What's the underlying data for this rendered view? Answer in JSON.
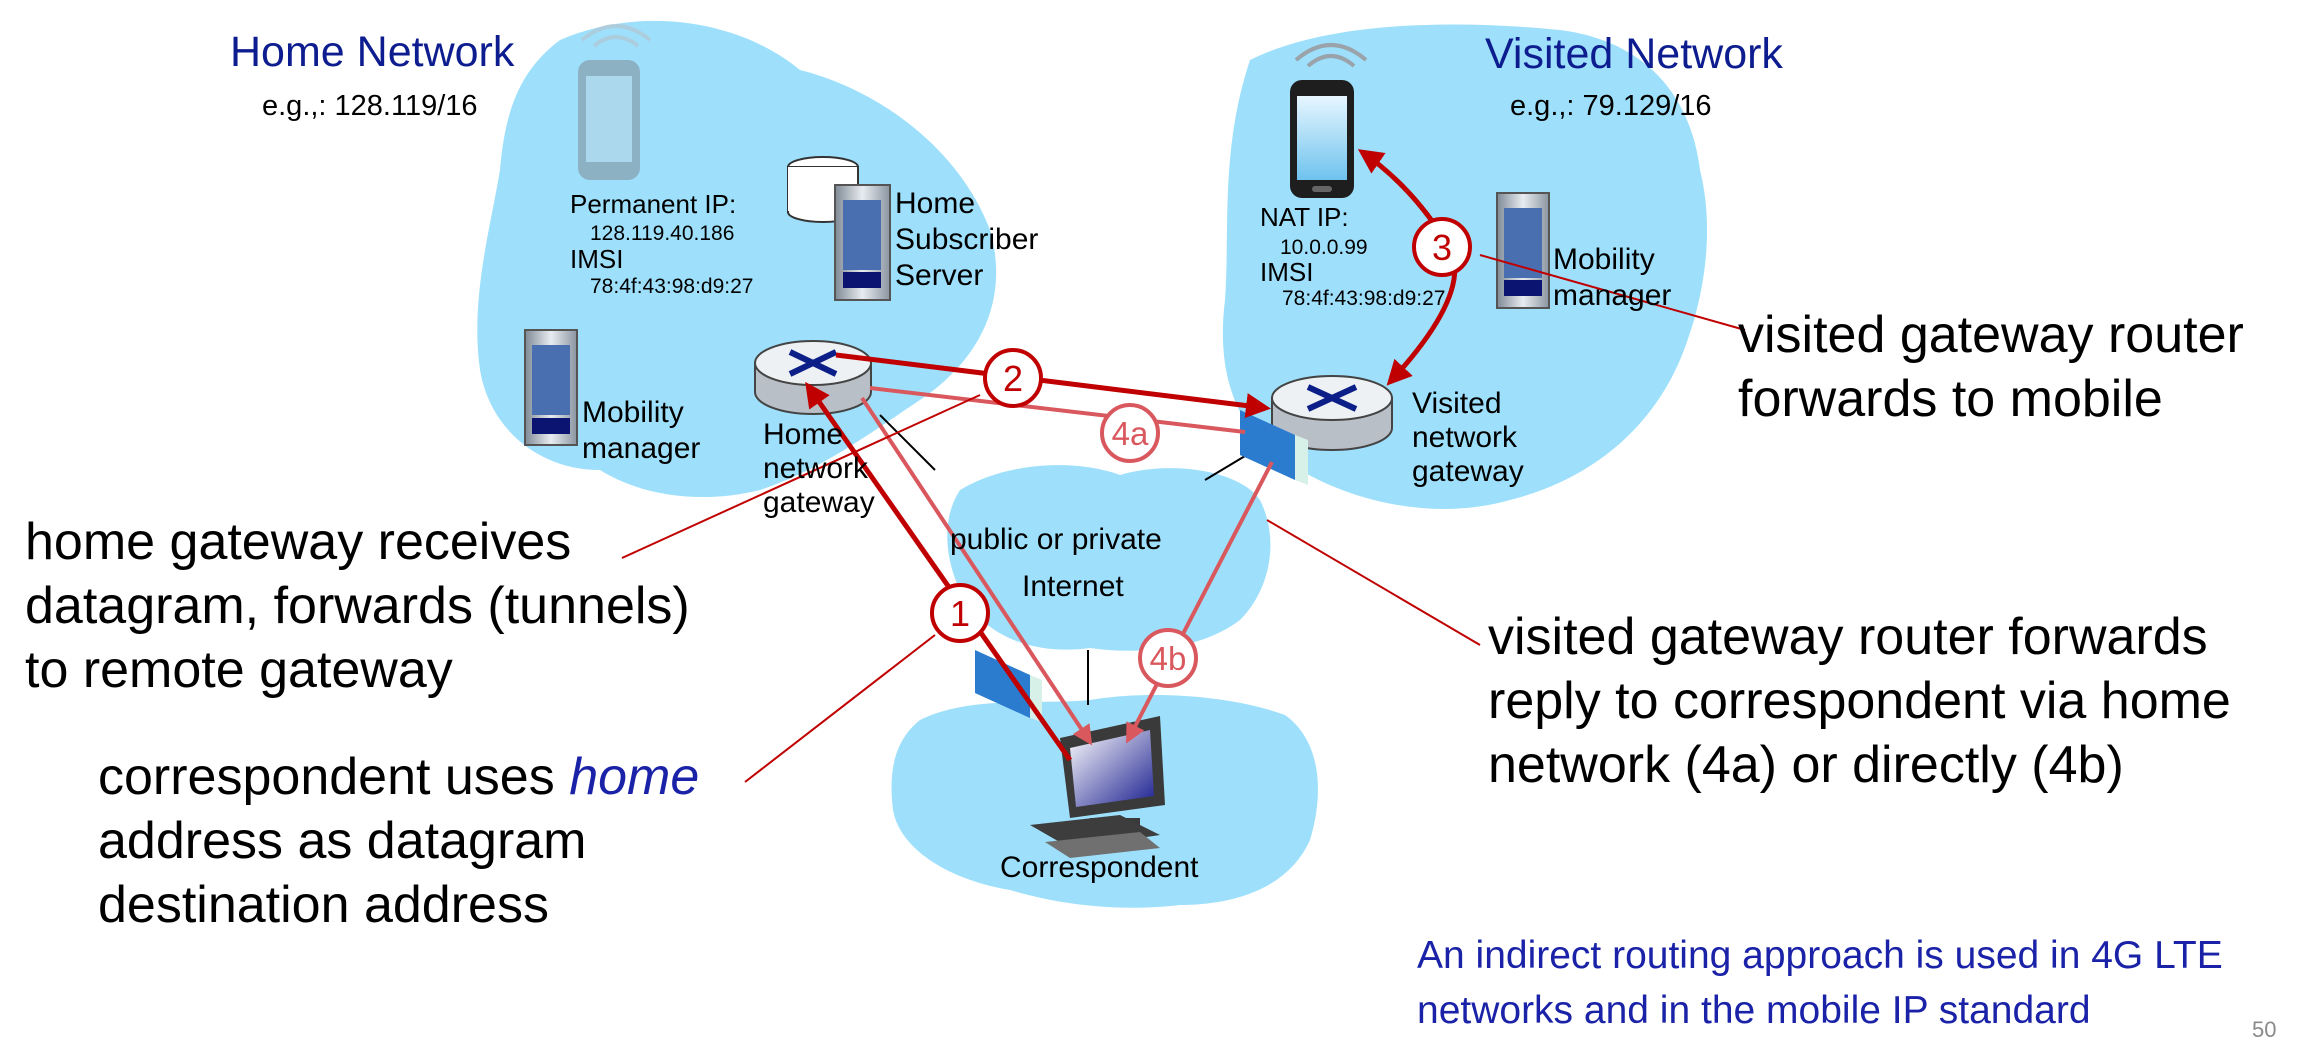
{
  "home": {
    "title": "Home Network",
    "prefix": "e.g.,: 128.119/16",
    "permanent_ip_label": "Permanent IP:",
    "permanent_ip": "128.119.40.186",
    "imsi_label": "IMSI",
    "imsi": "78:4f:43:98:d9:27",
    "hss_lines": [
      "Home",
      "Subscriber",
      "Server"
    ],
    "mm_lines": [
      "Mobility",
      "manager"
    ],
    "gw_lines": [
      "Home",
      "network",
      "gateway"
    ]
  },
  "visited": {
    "title": "Visited Network",
    "prefix": "e.g.,: 79.129/16",
    "nat_ip_label": "NAT IP:",
    "nat_ip": "10.0.0.99",
    "imsi_label": "IMSI",
    "imsi": "78:4f:43:98:d9:27",
    "mm_lines": [
      "Mobility",
      "manager"
    ],
    "gw_lines": [
      "Visited",
      "network",
      "gateway"
    ]
  },
  "internet": {
    "line1": "public or  private",
    "line2": "Internet"
  },
  "correspondent": {
    "label": "Correspondent"
  },
  "steps": [
    "1",
    "2",
    "3",
    "4a",
    "4b"
  ],
  "annotations": {
    "step1": {
      "prefix": "correspondent uses ",
      "emph": "home",
      "rest": [
        "address as datagram",
        "destination address"
      ]
    },
    "step2": [
      "home gateway receives",
      "datagram, forwards (tunnels)",
      "to remote gateway"
    ],
    "step3": [
      "visited gateway router",
      "forwards to mobile"
    ],
    "step4": [
      "visited gateway router forwards",
      "reply to correspondent via home",
      "network (4a) or directly (4b)"
    ]
  },
  "footnote": [
    "An indirect routing approach is used in 4G LTE",
    "networks and in the mobile IP standard"
  ],
  "page_number": "50",
  "colors": {
    "cloud": "#9ee0fb",
    "arrow_dark": "#c00000",
    "arrow_light": "#d9585e",
    "title_blue": "#0d1d8f",
    "note_blue": "#1a22a8"
  }
}
